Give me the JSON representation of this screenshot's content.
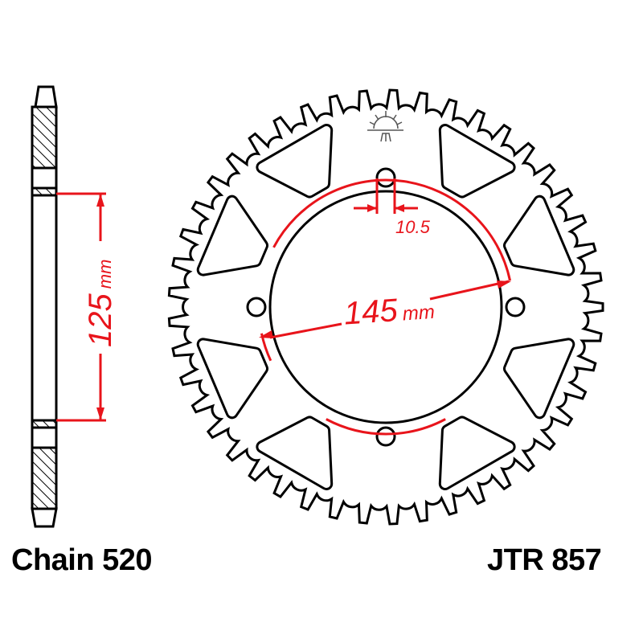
{
  "labels": {
    "chain": "Chain 520",
    "part_number": "JTR 857"
  },
  "dimensions": {
    "side_value": "125",
    "side_unit": "mm",
    "pcd_value": "145",
    "pcd_unit": "mm",
    "bolt_hole": "10.5"
  },
  "colors": {
    "outline": "#000000",
    "dimension": "#e8141b"
  },
  "icons": [
    "rising-sun-logo"
  ]
}
